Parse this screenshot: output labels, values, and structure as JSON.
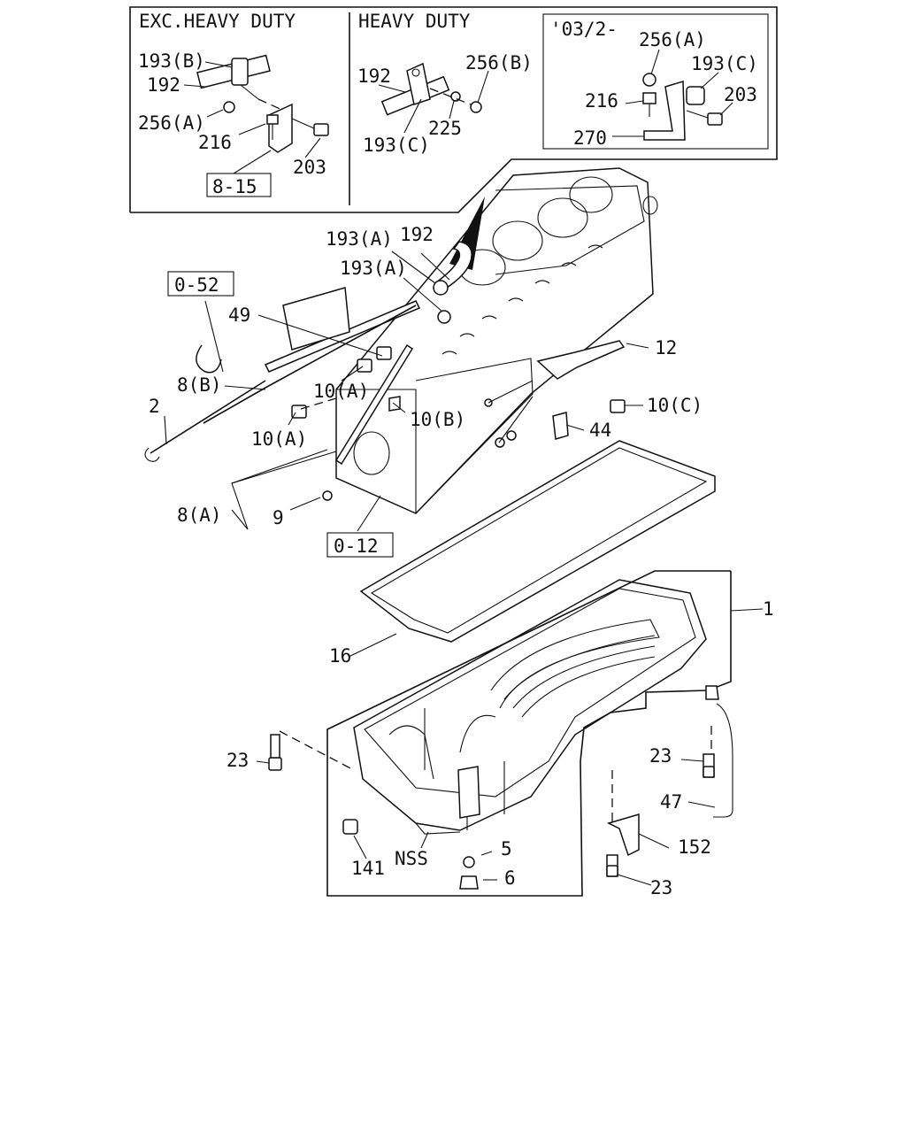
{
  "insets": {
    "exc_heavy_duty": "EXC.HEAVY DUTY",
    "heavy_duty": "HEAVY DUTY",
    "date_variant": "'03/2-"
  },
  "refs": {
    "r815": "8-15",
    "r052": "0-52",
    "r012": "0-12"
  },
  "labels": {
    "p193b": "193(B)",
    "p192_a": "192",
    "p256a_a": "256(A)",
    "p216_a": "216",
    "p203_a": "203",
    "p192_b": "192",
    "p256b": "256(B)",
    "p225": "225",
    "p193c_b": "193(C)",
    "p256a_c": "256(A)",
    "p193c_c": "193(C)",
    "p216_c": "216",
    "p203_c": "203",
    "p270": "270",
    "p193a_1": "193(A)",
    "p192_m": "192",
    "p193a_2": "193(A)",
    "p49": "49",
    "p8b": "8(B)",
    "p2": "2",
    "p10a_1": "10(A)",
    "p10a_2": "10(A)",
    "p10b": "10(B)",
    "p12": "12",
    "p10c": "10(C)",
    "p44": "44",
    "p8a": "8(A)",
    "p9": "9",
    "p16": "16",
    "p1": "1",
    "p23_l": "23",
    "p23_r": "23",
    "p47": "47",
    "p152": "152",
    "p23_b": "23",
    "p141": "141",
    "pnss": "NSS",
    "p5": "5",
    "p6": "6"
  }
}
